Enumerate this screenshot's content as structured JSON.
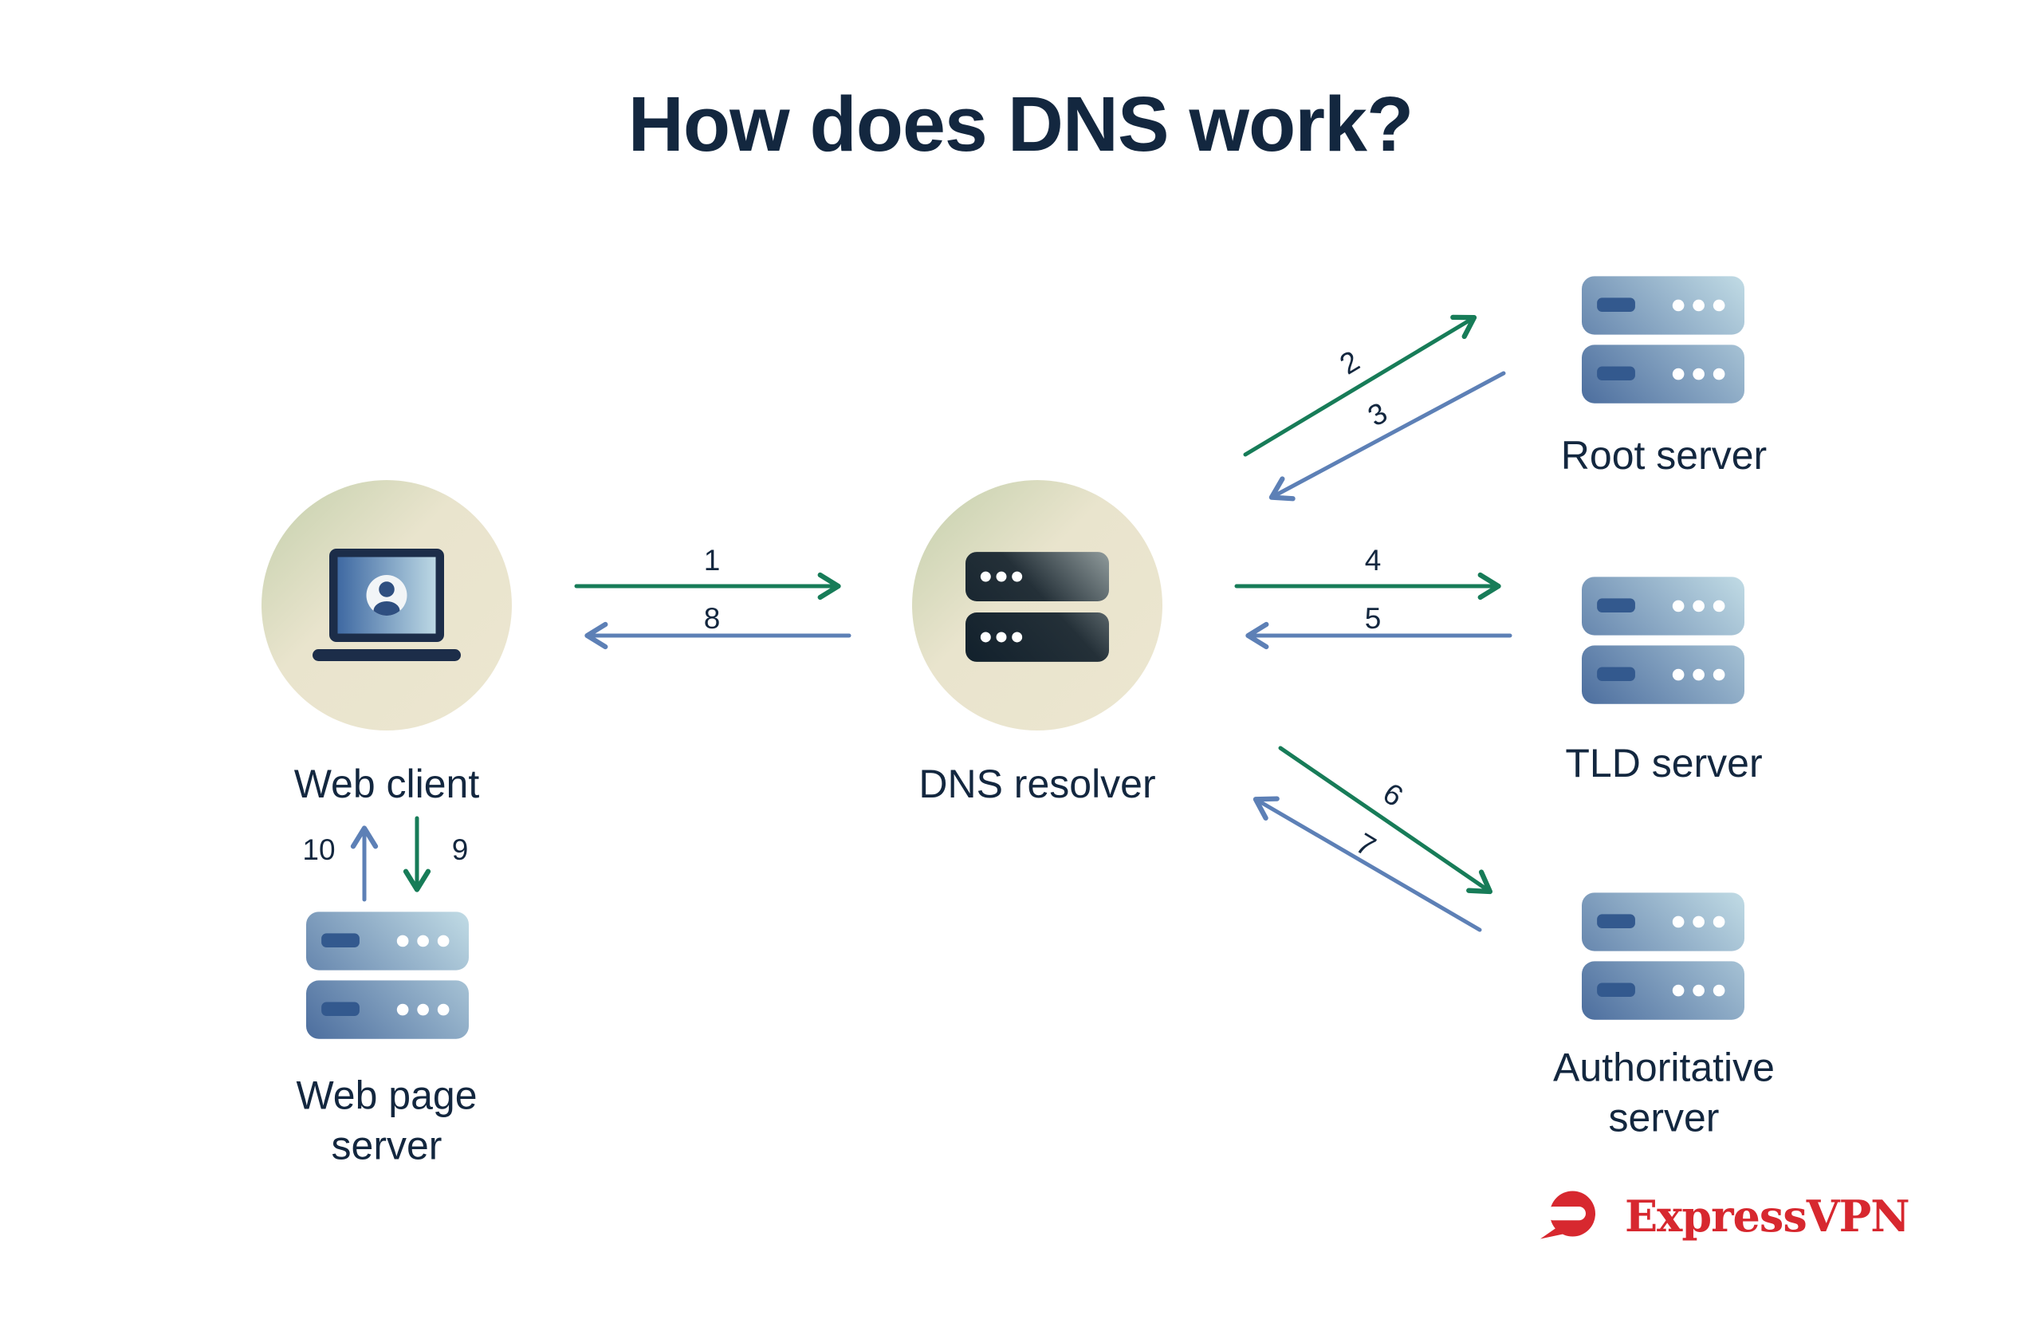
{
  "title": "How does DNS work?",
  "nodes": {
    "web_client": "Web client",
    "dns_resolver": "DNS resolver",
    "root_server": "Root server",
    "tld_server": "TLD server",
    "authoritative_server": "Authoritative server",
    "web_page_server": "Web page server"
  },
  "arrow_labels": {
    "n1": "1",
    "n2": "2",
    "n3": "3",
    "n4": "4",
    "n5": "5",
    "n6": "6",
    "n7": "7",
    "n8": "8",
    "n9": "9",
    "n10": "10"
  },
  "colors": {
    "query_arrow_green": "#177c58",
    "response_arrow_blue": "#5d80b6",
    "title_text": "#13273f",
    "node_circle_beige": "#ece6d0",
    "server_dark_blue": "#33598e",
    "brand_red": "#d7282f"
  },
  "brand": {
    "wordmark": "ExpressVPN"
  }
}
